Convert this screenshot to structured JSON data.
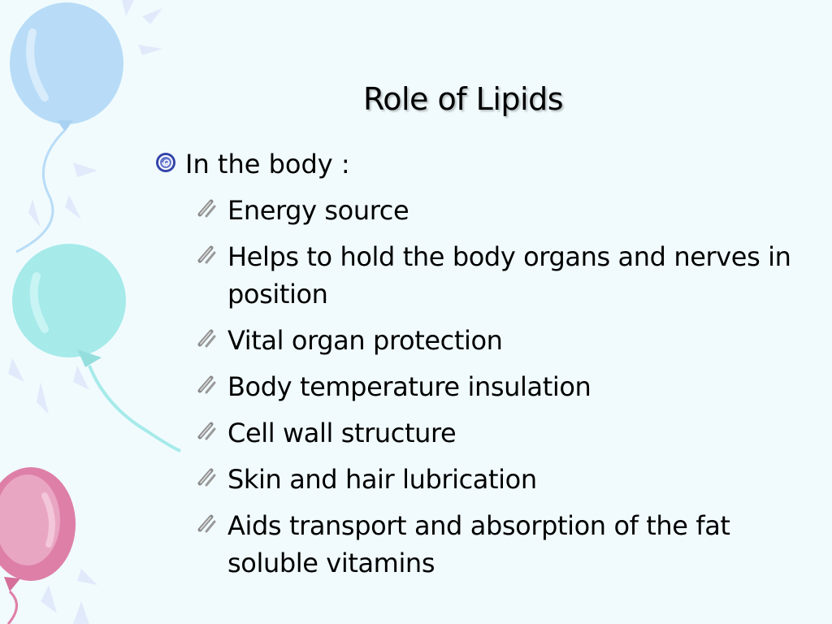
{
  "slide": {
    "title": "Role of Lipids",
    "bullet": {
      "text": "In the body :",
      "items": [
        "Energy source",
        "Helps to hold the body organs and nerves in position",
        "Vital organ protection",
        "Body temperature insulation",
        "Cell wall structure",
        "Skin and hair lubrication",
        "Aids transport and absorption of the fat soluble vitamins"
      ]
    }
  },
  "colors": {
    "background": "#f1fbfd",
    "balloon_blue": "#b8dcf7",
    "balloon_teal": "#a6eaea",
    "balloon_pink": "#de7fa8"
  },
  "icons": {
    "level1_bullet": "swirl-bullet-icon",
    "level2_bullet": "pencil-stroke-bullet-icon"
  }
}
